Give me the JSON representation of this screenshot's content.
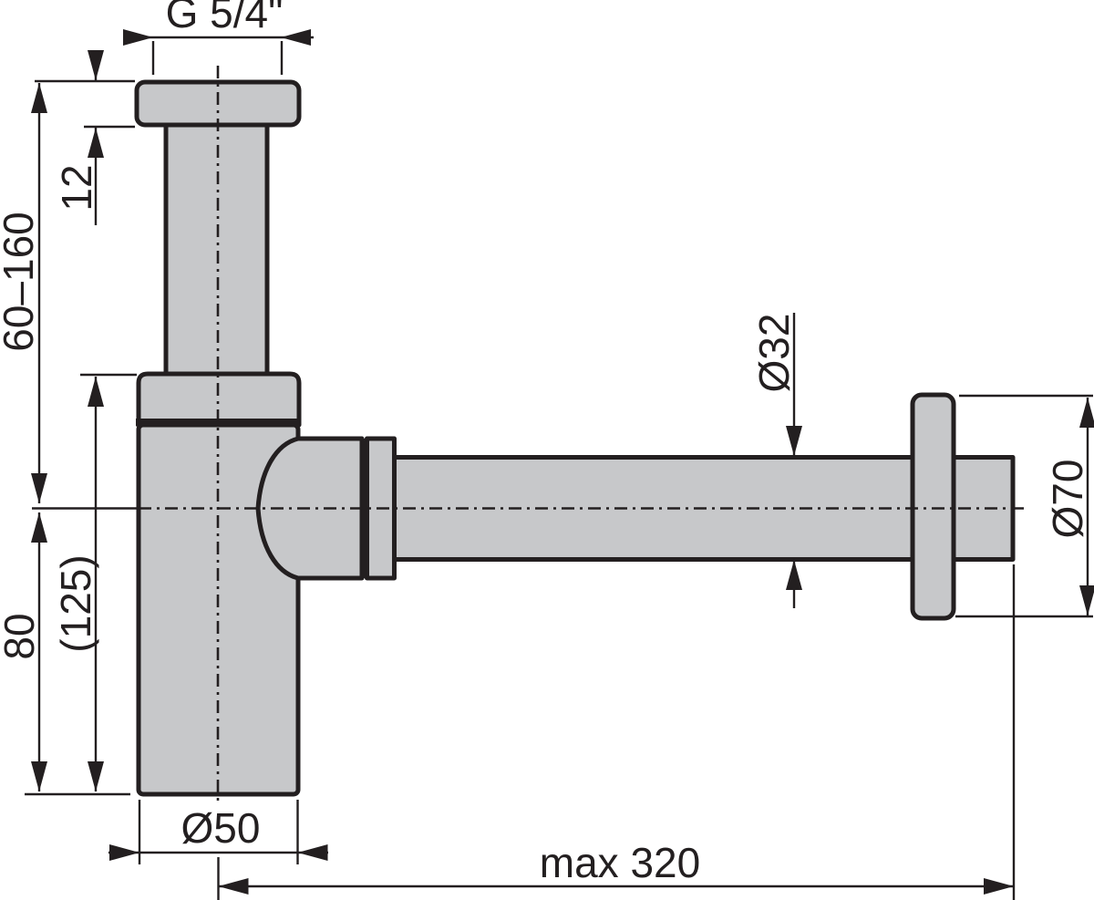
{
  "drawing": {
    "colors": {
      "part_fill": "#c7c8ca",
      "line": "#231f20",
      "background": "#ffffff"
    },
    "labels": {
      "thread_size": "G 5/4\"",
      "nut_height": "12",
      "inlet_tube_range": "60–160",
      "body_depth": "80",
      "body_depth_overall": "(125)",
      "cup_diameter": "Ø50",
      "outlet_diameter": "Ø32",
      "rosette_diameter": "Ø70",
      "outlet_max_length": "max 320"
    }
  }
}
